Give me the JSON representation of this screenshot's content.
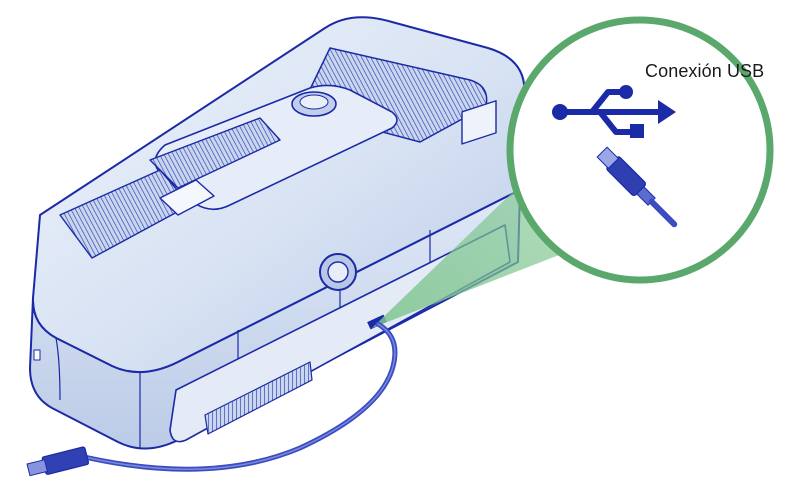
{
  "callout": {
    "label": "Conexión USB",
    "ring_color": "#5aa86c",
    "beam_color": "#7ec58f"
  },
  "figure": {
    "subject": "card-printer",
    "connection": "usb",
    "outline_color": "#1b2aa6",
    "body_fill": "#d9e4f4",
    "cable_color": "#3b4cc0",
    "icons": [
      "usb-icon",
      "usb-plug-icon",
      "usb-cable-icon",
      "card-printer-icon"
    ]
  }
}
